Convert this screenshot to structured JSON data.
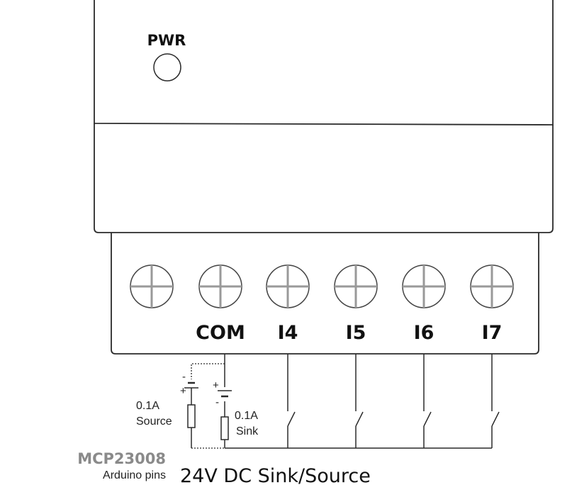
{
  "power_led": {
    "label": "PWR"
  },
  "terminals": [
    {
      "label": "COM"
    },
    {
      "label": "I4"
    },
    {
      "label": "I5"
    },
    {
      "label": "I6"
    },
    {
      "label": "I7"
    }
  ],
  "source_supply": {
    "rating": "0.1A",
    "mode": "Source",
    "minus_sign": "-",
    "plus_sign": "+"
  },
  "sink_supply": {
    "rating": "0.1A",
    "mode": "Sink",
    "minus_sign": "-",
    "plus_sign": "+"
  },
  "mcp_label": "MCP23008",
  "arduino_label": "Arduino pins",
  "caption": "24V DC Sink/Source"
}
